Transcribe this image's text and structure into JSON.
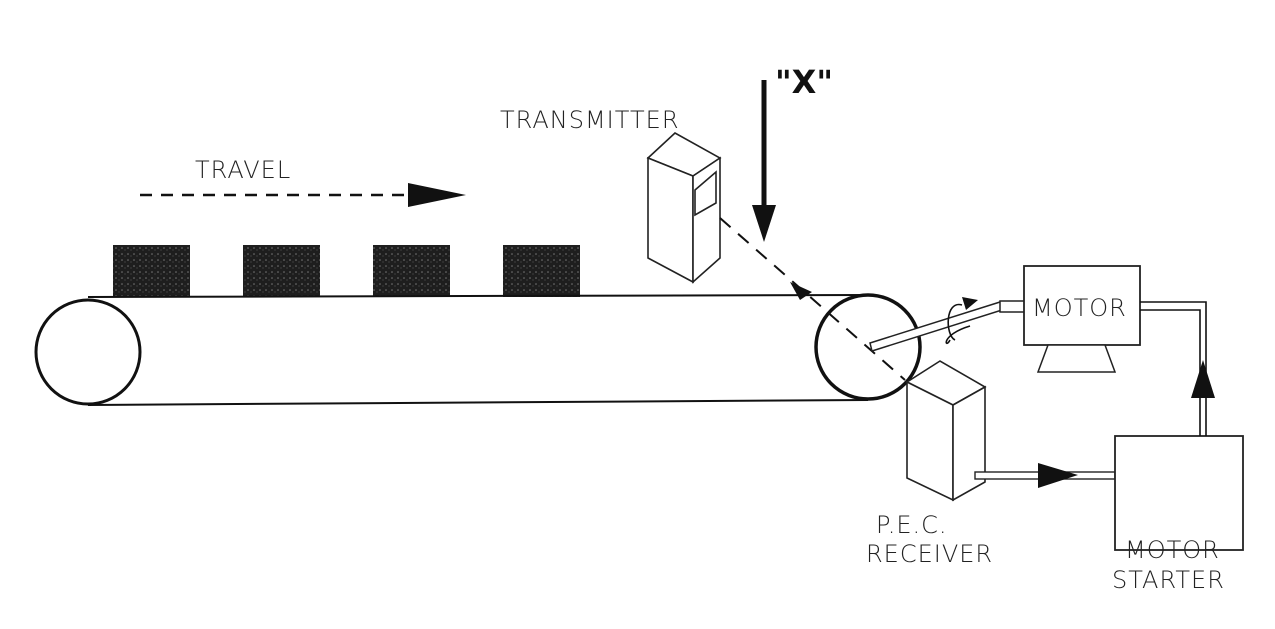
{
  "labels": {
    "travel": "TRAVEL",
    "transmitter": "TRANSMITTER",
    "x_marker": "\"X\"",
    "motor": "MOTOR",
    "pec_receiver_line1": "P.E.C.",
    "pec_receiver_line2": "RECEIVER",
    "motor_starter_line1": "MOTOR",
    "motor_starter_line2": "STARTER"
  },
  "conveyor": {
    "item_count": 4
  },
  "colors": {
    "ink": "#111111",
    "item_fill": "#2a2a2a",
    "background": "#ffffff"
  }
}
